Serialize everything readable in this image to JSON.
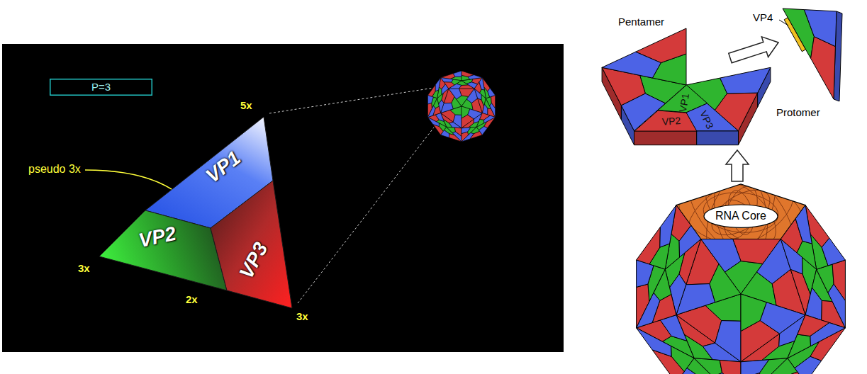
{
  "diagram": {
    "nodes": [
      {
        "text": [
          "P=3"
        ]
      },
      {
        "text": [
          "VP1"
        ]
      },
      {
        "text": [
          "VP2"
        ]
      },
      {
        "text": [
          "VP3"
        ]
      },
      {
        "text": [
          "VP1"
        ]
      },
      {
        "text": [
          "VP2"
        ]
      },
      {
        "text": [
          "VP3"
        ]
      },
      {
        "text": [
          "RNA Core"
        ]
      }
    ],
    "labels": [
      "5x",
      "pseudo 3x",
      "3x",
      "2x",
      "3x",
      "Pentamer",
      "VP4",
      "Protomer"
    ]
  }
}
